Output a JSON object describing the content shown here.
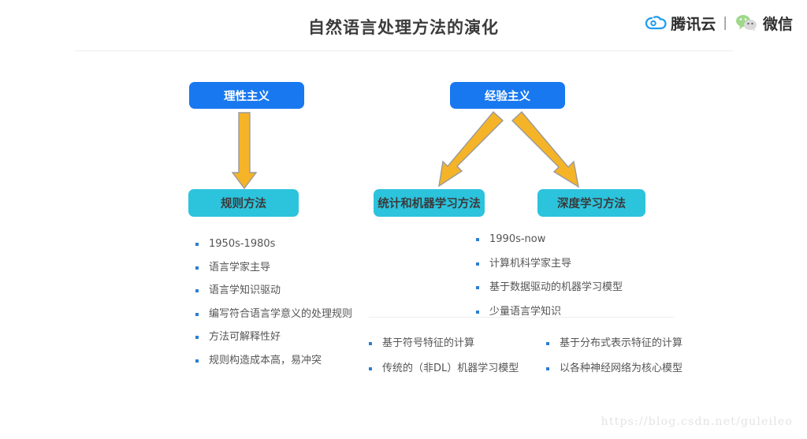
{
  "header": {
    "title": "自然语言处理方法的演化",
    "brand": {
      "tencent_cloud_label": "腾讯云",
      "separator": "|",
      "wechat_label": "微信",
      "cloud_icon": "tencent-cloud-icon",
      "wechat_icon": "wechat-icon"
    }
  },
  "diagram": {
    "nodes": {
      "rationalism": "理性主义",
      "empiricism": "经验主义",
      "rule_method": "规则方法",
      "statistical_ml": "统计和机器学习方法",
      "deep_learning": "深度学习方法"
    },
    "arrows": [
      {
        "name": "arrow-rationalism-to-rule-method",
        "direction": "down"
      },
      {
        "name": "arrow-empiricism-to-statistical-ml",
        "direction": "down-left"
      },
      {
        "name": "arrow-empiricism-to-deep-learning",
        "direction": "down-right"
      }
    ],
    "colors": {
      "node_primary": "#1878f0",
      "node_secondary": "#2cc3dd",
      "arrow_fill": "#f5b428",
      "arrow_stroke": "#9a9a9a",
      "bullet": "#2a7fd4"
    }
  },
  "lists": {
    "rule_method_points": [
      "1950s-1980s",
      "语言学家主导",
      "语言学知识驱动",
      "编写符合语言学意义的处理规则",
      "方法可解释性好",
      "规则构造成本高，易冲突"
    ],
    "empirical_points": [
      "1990s-now",
      "计算机科学家主导",
      "基于数据驱动的机器学习模型",
      "少量语言学知识"
    ],
    "statistical_ml_points": [
      "基于符号特征的计算",
      "传统的（非DL）机器学习模型"
    ],
    "deep_learning_points": [
      "基于分布式表示特征的计算",
      "以各种神经网络为核心模型"
    ]
  },
  "watermark": {
    "text": "https://blog.csdn.net/guleileo"
  }
}
